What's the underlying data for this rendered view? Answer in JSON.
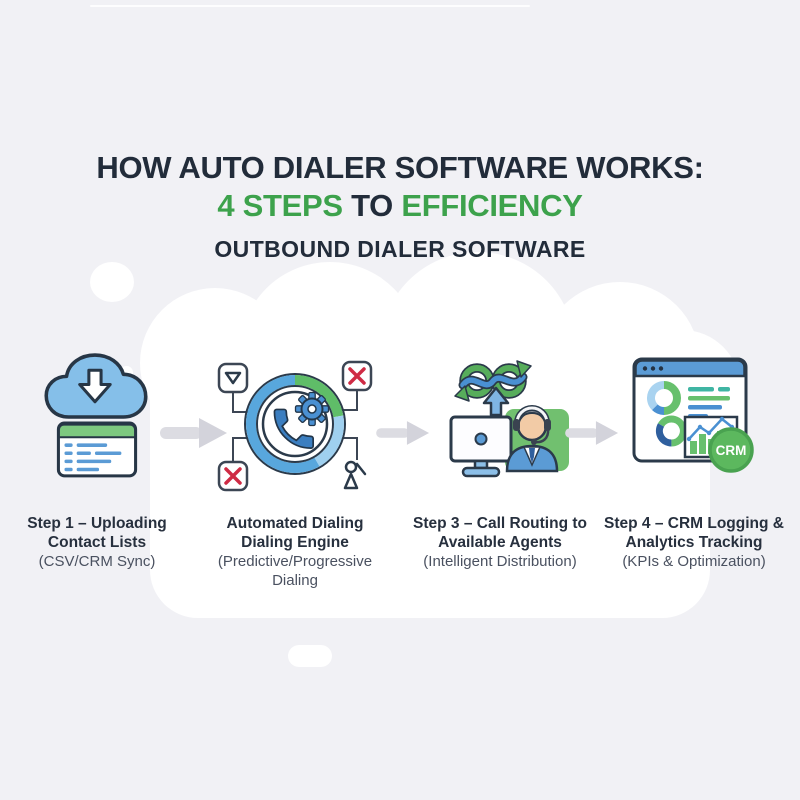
{
  "header": {
    "title_line1": "HOW AUTO DIALER SOFTWARE WORKS:",
    "title_line2": {
      "part_steps": "4 STEPS",
      "part_to": " TO ",
      "part_efficiency": "EFFICIENCY"
    },
    "subtitle": "OUTBOUND DIALER SOFTWARE"
  },
  "steps": [
    {
      "icon": "cloud-upload-contact-list-icon",
      "title_line1": "Step 1 – Uploading",
      "title_line2": "Contact Lists",
      "caption_line1": "(CSV/CRM Sync)",
      "caption_line2": ""
    },
    {
      "icon": "automated-dialing-engine-icon",
      "title_line1": "Automated Dialing",
      "title_line2": "Dialing Engine",
      "caption_line1": "(Predictive/Progressive",
      "caption_line2": "Dialing"
    },
    {
      "icon": "call-routing-agent-icon",
      "title_line1": "Step 3 – Call Routing to",
      "title_line2": "Available Agents",
      "caption_line1": "(Intelligent Distribution)",
      "caption_line2": ""
    },
    {
      "icon": "crm-analytics-dashboard-icon",
      "title_line1": "Step 4 – CRM Logging &",
      "title_line2": "Analytics Tracking",
      "caption_line1": "(KPIs & Optimization)",
      "caption_line2": "",
      "badge_label": "CRM"
    }
  ],
  "colors": {
    "background": "#f1f1f5",
    "cloud_white": "#ffffff",
    "title_navy": "#222c3a",
    "accent_green": "#3da24c",
    "icon_blue": "#5b9bd5",
    "icon_green": "#67c06d",
    "error_red": "#cf2b44",
    "arrow_gray": "#d7d7dd"
  }
}
